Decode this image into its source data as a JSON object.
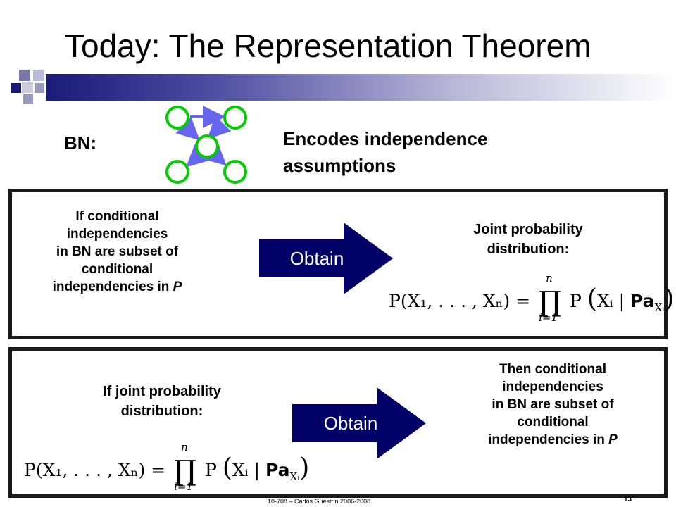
{
  "slide": {
    "title": "Today: The Representation Theorem",
    "bn_label": "BN:",
    "encodes_line1": "Encodes independence",
    "encodes_line2": "assumptions",
    "colors": {
      "accent": "#000066",
      "node_stroke": "#00cc00",
      "edge": "#6666ee"
    }
  },
  "box1": {
    "left_lines": [
      "If conditional",
      "independencies",
      "in BN are subset of",
      "conditional",
      "independencies in "
    ],
    "left_italic": "P",
    "arrow_label": "Obtain",
    "right_lines": [
      "Joint probability",
      "distribution:"
    ]
  },
  "box2": {
    "left_lines": [
      "If joint probability",
      "distribution:"
    ],
    "arrow_label": "Obtain",
    "right_lines": [
      "Then conditional",
      "independencies",
      "in BN are subset of",
      "conditional",
      "independencies in "
    ],
    "right_italic": "P"
  },
  "formula": {
    "lhs": "P(X₁, . . . , Xₙ) =",
    "prod": "∏",
    "upper": "n",
    "lower": "i=1",
    "rhs_p": "P",
    "rhs_open": "(",
    "rhs_xi": "Xᵢ | ",
    "rhs_pa": "Pa",
    "rhs_sub": "Xᵢ",
    "rhs_close": ")"
  },
  "footer": {
    "text": "10-708 – Carlos Guestrin 2006-2008",
    "page": "13"
  }
}
